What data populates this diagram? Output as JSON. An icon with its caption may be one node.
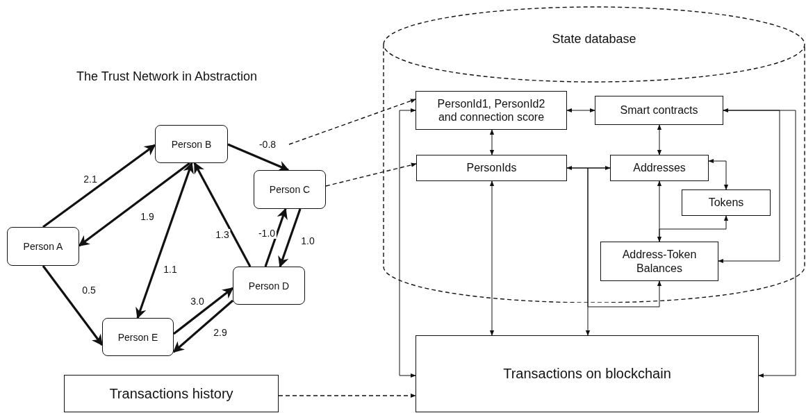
{
  "diagram": {
    "title": "The Trust Network in Abstraction",
    "nodes": [
      {
        "text": [
          "State database"
        ]
      },
      {
        "text": [
          "PersonId1, PersonId2 and connection score"
        ],
        "in": 0
      },
      {
        "text": [
          "Smart contracts"
        ],
        "in": 0
      },
      {
        "text": [
          "PersonIds"
        ],
        "in": 0
      },
      {
        "text": [
          "Addresses"
        ],
        "in": 0
      },
      {
        "text": [
          "Tokens"
        ],
        "in": 0
      },
      {
        "text": [
          "Address-Token Balances"
        ],
        "in": 0
      },
      {
        "text": [
          "Transactions on blockchain"
        ]
      },
      {
        "text": [
          "Transactions history"
        ]
      },
      {
        "text": [
          "Person A"
        ]
      },
      {
        "text": [
          "Person B"
        ]
      },
      {
        "text": [
          "Person C"
        ]
      },
      {
        "text": [
          "Person D"
        ]
      },
      {
        "text": [
          "Person E"
        ]
      }
    ],
    "edges": [
      {
        "from": 9,
        "to": 10,
        "arrow": "to",
        "label": "2.1",
        "style": "thick"
      },
      {
        "from": 10,
        "to": 9,
        "arrow": "to",
        "label": "1.9",
        "style": "thick"
      },
      {
        "from": 9,
        "to": 13,
        "arrow": "to",
        "label": "0.5",
        "style": "thick"
      },
      {
        "from": 10,
        "to": 13,
        "arrow": "both",
        "label": "1.1",
        "style": "thick"
      },
      {
        "from": 12,
        "to": 10,
        "arrow": "to",
        "label": "1.3",
        "style": "thick"
      },
      {
        "from": 10,
        "to": 11,
        "arrow": "to",
        "label": "-0.8",
        "style": "thick"
      },
      {
        "from": 12,
        "to": 11,
        "arrow": "to",
        "label": "-1.0",
        "style": "thick"
      },
      {
        "from": 11,
        "to": 12,
        "arrow": "to",
        "label": "1.0",
        "style": "thick"
      },
      {
        "from": 13,
        "to": 12,
        "arrow": "to",
        "label": "3.0",
        "style": "thick"
      },
      {
        "from": 12,
        "to": 13,
        "arrow": "to",
        "label": "2.9",
        "style": "thick"
      },
      {
        "from": null,
        "to": 1,
        "arrow": "to",
        "style": "dashed"
      },
      {
        "from": 11,
        "to": 3,
        "arrow": "to",
        "style": "dashed"
      },
      {
        "from": 8,
        "to": 7,
        "arrow": "to",
        "style": "dashed"
      },
      {
        "from": 1,
        "to": 2,
        "arrow": "both"
      },
      {
        "from": 1,
        "to": 3,
        "arrow": "both"
      },
      {
        "from": 2,
        "to": 4,
        "arrow": "both"
      },
      {
        "from": 3,
        "to": 4,
        "arrow": "both"
      },
      {
        "from": 4,
        "to": 7,
        "arrow": "to"
      },
      {
        "from": 3,
        "to": 6,
        "arrow": "to"
      },
      {
        "from": 4,
        "to": 6,
        "arrow": "both"
      },
      {
        "from": 4,
        "to": 5,
        "arrow": "both"
      },
      {
        "from": 6,
        "to": 5,
        "arrow": "to"
      },
      {
        "from": 3,
        "to": 7,
        "arrow": "both"
      },
      {
        "from": 1,
        "to": 7,
        "arrow": "both"
      },
      {
        "from": 7,
        "to": 2,
        "arrow": "both"
      },
      {
        "from": 2,
        "to": 6,
        "arrow": "to"
      }
    ]
  }
}
